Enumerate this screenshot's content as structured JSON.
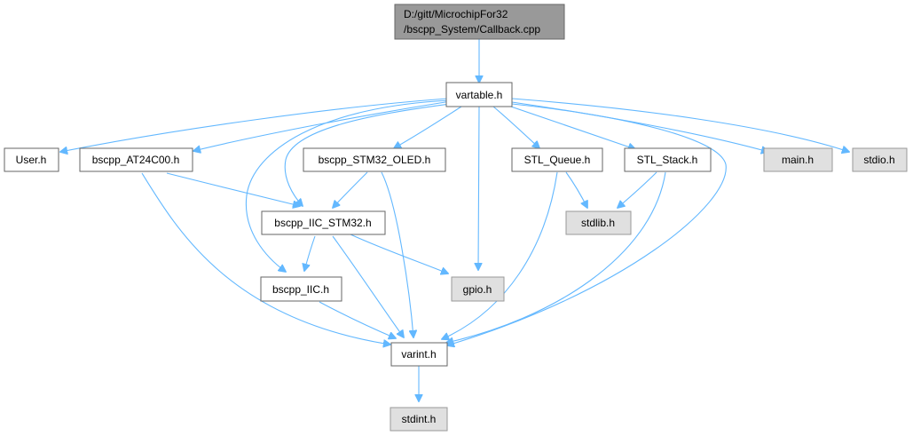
{
  "graph": {
    "root": {
      "line1": "D:/gitt/MicrochipFor32",
      "line2": "/bscpp_System/Callback.cpp"
    },
    "nodes": {
      "vartable": "vartable.h",
      "user": "User.h",
      "at24c00": "bscpp_AT24C00.h",
      "oled": "bscpp_STM32_OLED.h",
      "stl_queue": "STL_Queue.h",
      "stl_stack": "STL_Stack.h",
      "main": "main.h",
      "stdio": "stdio.h",
      "iic_stm32": "bscpp_IIC_STM32.h",
      "stdlib": "stdlib.h",
      "iic": "bscpp_IIC.h",
      "gpio": "gpio.h",
      "varint": "varint.h",
      "stdint": "stdint.h"
    },
    "colors": {
      "edge": "#63b8ff",
      "root_fill": "#999999",
      "node_fill": "#ffffff",
      "external_fill": "#e0e0e0",
      "border": "#666666"
    }
  }
}
